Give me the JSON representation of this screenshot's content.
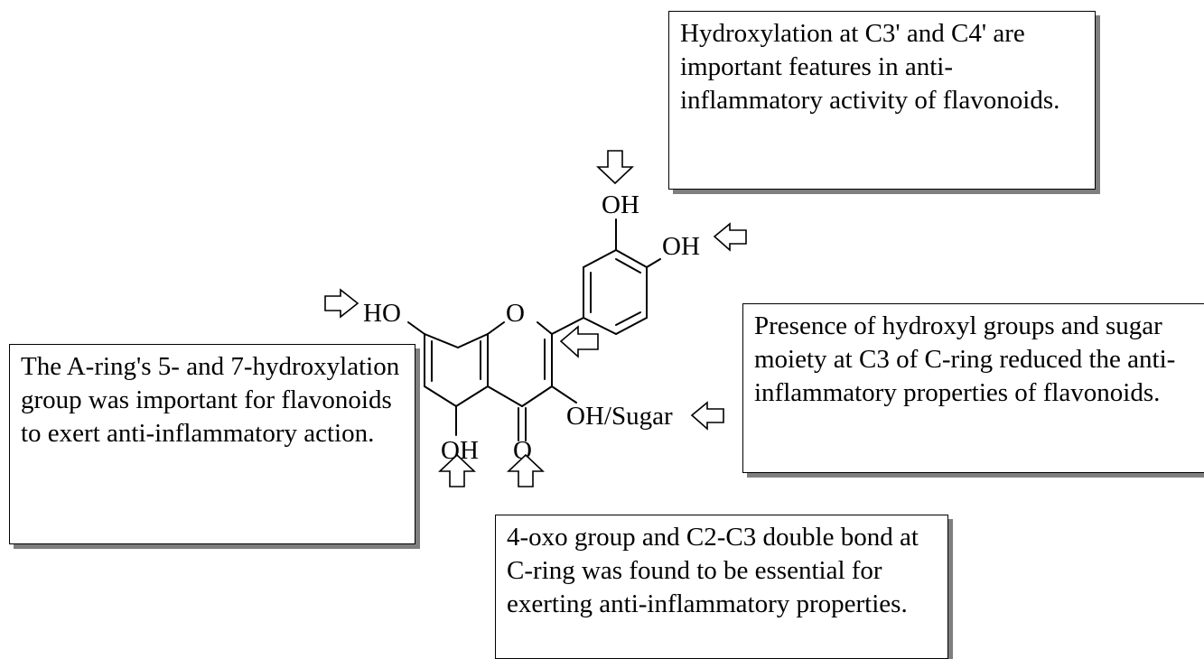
{
  "notes": {
    "top": "Hydroxylation at C3' and C4' are important features in anti-inflammatory activity of flavonoids.",
    "right": "Presence of hydroxyl groups and sugar moiety at C3 of C-ring reduced the anti-inflammatory properties of flavonoids.",
    "left": "The A-ring's 5- and 7-hydroxylation group was important for flavonoids to exert anti-inflammatory action.",
    "bottom": "4-oxo group and C2-C3 double bond at C-ring was found to be essential for exerting anti-inflammatory properties."
  },
  "molecule": {
    "labels": {
      "oh_3prime": "OH",
      "oh_4prime": "OH",
      "ring_oxygen": "O",
      "ho_7": "HO",
      "oh_sugar_3": "OH/Sugar",
      "oh_5": "OH",
      "oxo_4": "O"
    }
  }
}
